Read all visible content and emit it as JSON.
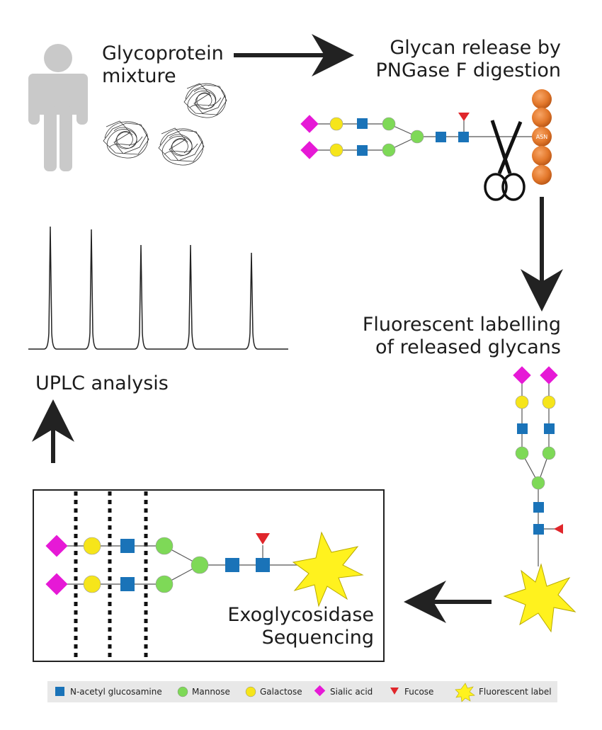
{
  "steps": {
    "mixture": {
      "line1": "Glycoprotein",
      "line2": "mixture"
    },
    "release": {
      "line1": "Glycan release by",
      "line2": "PNGase F digestion"
    },
    "labelling": {
      "line1": "Fluorescent labelling",
      "line2": "of released glycans"
    },
    "uplc": "UPLC analysis",
    "sequencing": {
      "line1": "Exoglycosidase",
      "line2": "Sequencing"
    }
  },
  "asn_label": "ASN",
  "legend": [
    {
      "symbol": "square",
      "label": "N-acetyl glucosamine",
      "color": "#1a73b8"
    },
    {
      "symbol": "circle",
      "label": "Mannose",
      "color": "#7ed957"
    },
    {
      "symbol": "circle",
      "label": "Galactose",
      "color": "#f6e51a"
    },
    {
      "symbol": "diamond",
      "label": "Sialic acid",
      "color": "#e619d6"
    },
    {
      "symbol": "triangle",
      "label": "Fucose",
      "color": "#e0262b"
    },
    {
      "symbol": "star",
      "label": "Fluorescent label",
      "color": "#fff21e"
    }
  ],
  "chromatogram_peaks": [
    {
      "position": 1,
      "relative_height": 1.0
    },
    {
      "position": 2,
      "relative_height": 0.98
    },
    {
      "position": 3,
      "relative_height": 0.88
    },
    {
      "position": 4,
      "relative_height": 0.9
    },
    {
      "position": 5,
      "relative_height": 0.82
    }
  ],
  "colors": {
    "glcnac": "#1a73b8",
    "mannose": "#7ed957",
    "galactose": "#f6e51a",
    "sialic": "#e619d6",
    "fucose": "#e0262b",
    "label": "#fff21e",
    "asn": "#e3782b",
    "person": "#c9c9c9",
    "arrow": "#222222"
  }
}
